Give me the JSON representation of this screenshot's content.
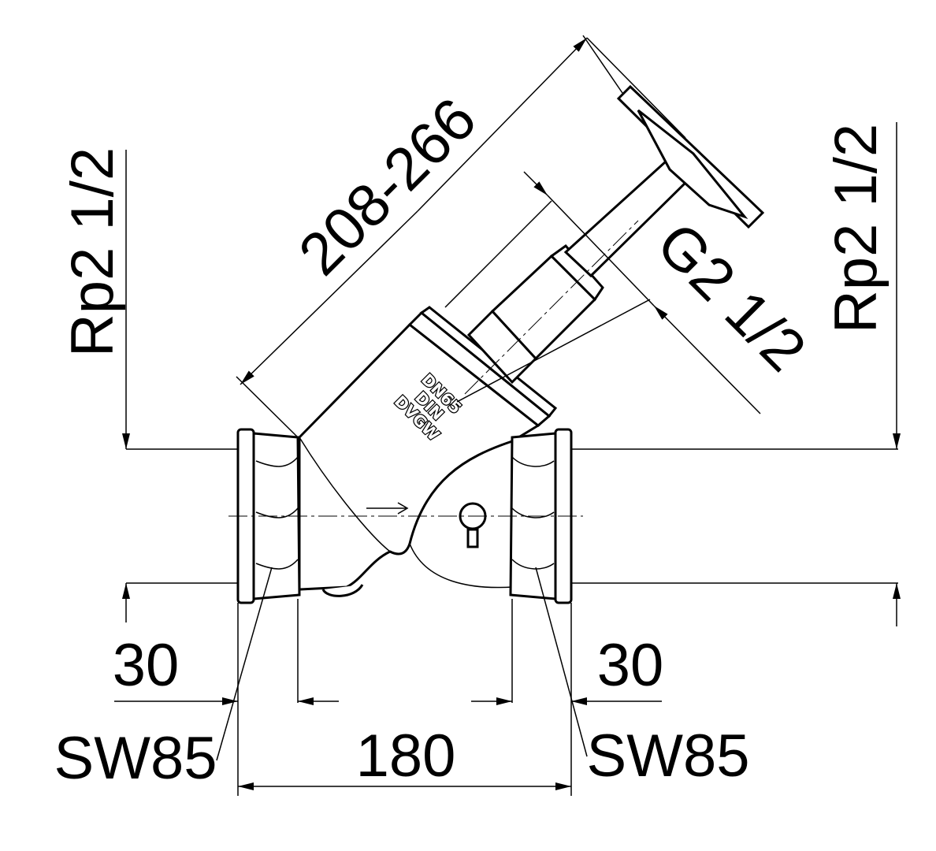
{
  "drawing": {
    "title": "Angle seat valve dimension drawing",
    "dimensions": {
      "length_adjustable": "208-266",
      "bonnet_thread": "G2 1/2",
      "left_thread": "Rp2 1/2",
      "right_thread": "Rp2 1/2",
      "left_thread_depth": "30",
      "right_thread_depth": "30",
      "face_to_face": "180",
      "left_wrench_size": "SW85",
      "right_wrench_size": "SW85"
    },
    "body_marking": [
      "DN65",
      "DIN",
      "DVGW"
    ]
  }
}
